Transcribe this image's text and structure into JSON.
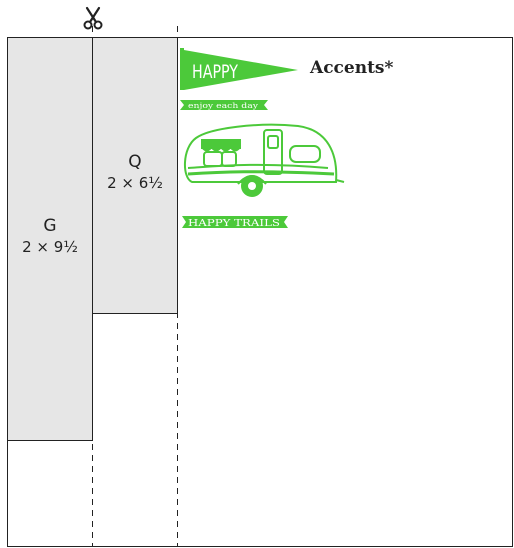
{
  "pieces": [
    {
      "letter": "G",
      "dims": "2 × 9½"
    },
    {
      "letter": "Q",
      "dims": "2 × 6½"
    }
  ],
  "accents": {
    "label": "Accents*",
    "pennant_text": "HAPPY",
    "tagline": "enjoy each day",
    "trailer_banner": "HAPPY TRAILS",
    "color": "#4cc93a"
  },
  "icons": {
    "cut_mark": "scissors-icon"
  }
}
